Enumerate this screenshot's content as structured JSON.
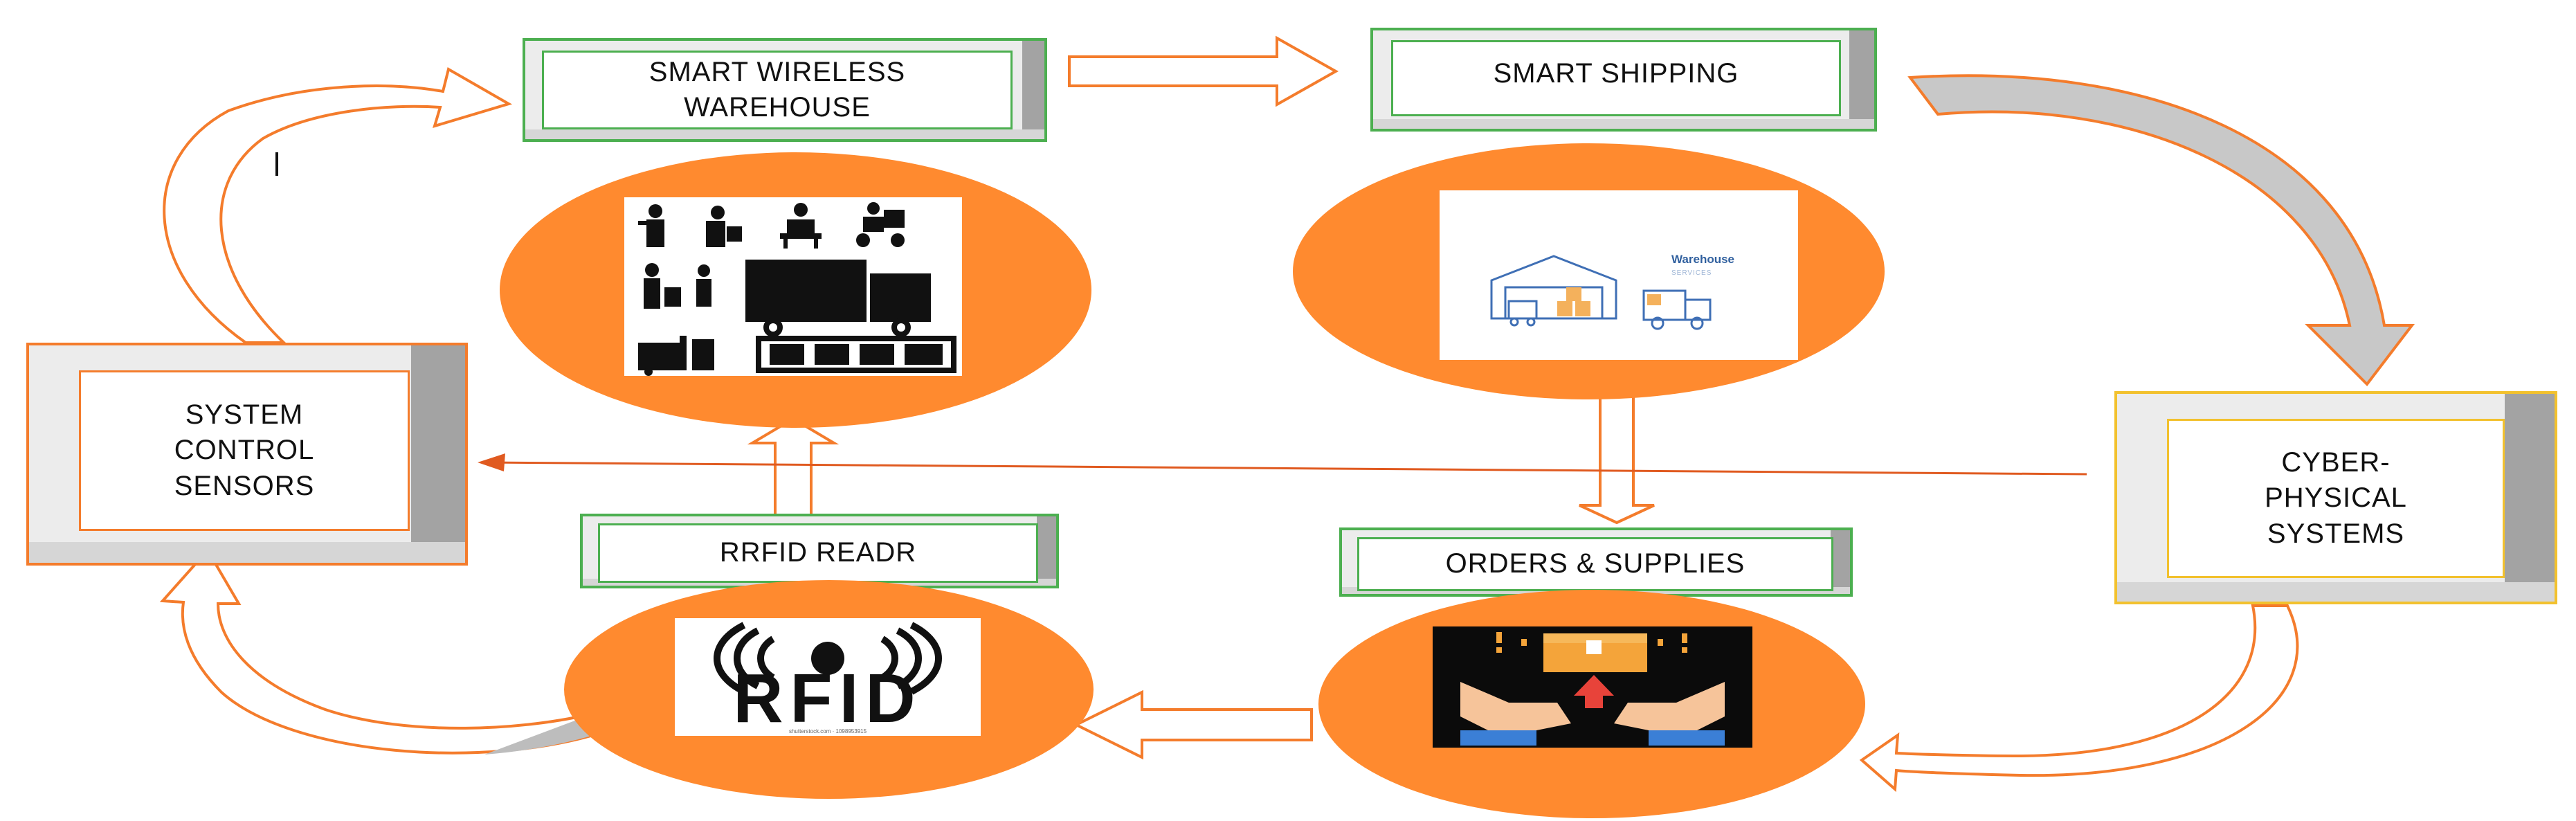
{
  "nodes": {
    "smart_wireless_warehouse": "SMART WIRELESS WAREHOUSE",
    "smart_shipping": "SMART SHIPPING",
    "cyber_physical_systems": "CYBER-PHYSICAL SYSTEMS",
    "orders_supplies": "ORDERS & SUPPLIES",
    "rfid_reader": "RRFID READR",
    "system_control_sensors": "SYSTEM CONTROL SENSORS"
  },
  "images": {
    "warehouse_services": {
      "title": "Warehouse",
      "subtitle": "SERVICES"
    },
    "rfid_logo": {
      "text": "RFID",
      "footer": "shutterstock.com · 1098953915"
    }
  },
  "colors": {
    "orange": "#ff8a2f",
    "green_frame": "#4caf50",
    "orange_frame": "#f47c2c",
    "yellow_frame": "#f2c12e",
    "bevel_gray": "#a3a3a3",
    "arrow_gray": "#c8c8c8"
  }
}
